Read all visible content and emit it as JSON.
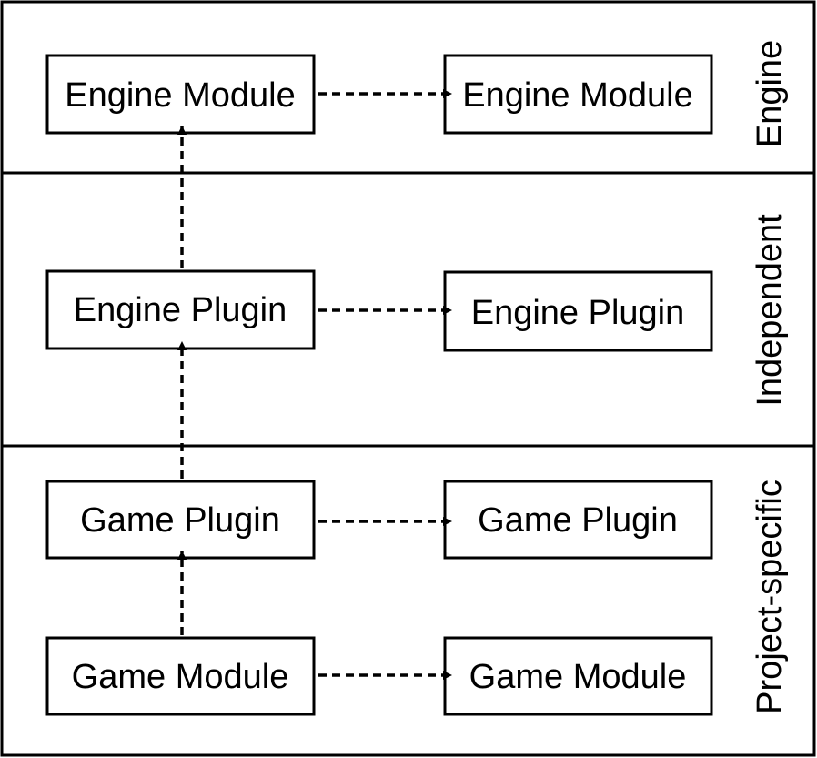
{
  "bands": [
    {
      "label": "Engine"
    },
    {
      "label": "Independent"
    },
    {
      "label": "Project-specific"
    }
  ],
  "boxes": {
    "engine_module_left": "Engine Module",
    "engine_module_right": "Engine Module",
    "engine_plugin_left": "Engine Plugin",
    "engine_plugin_right": "Engine Plugin",
    "game_plugin_left": "Game Plugin",
    "game_plugin_right": "Game Plugin",
    "game_module_left": "Game Module",
    "game_module_right": "Game Module"
  },
  "colors": {
    "stroke": "#000000",
    "background": "#ffffff"
  }
}
